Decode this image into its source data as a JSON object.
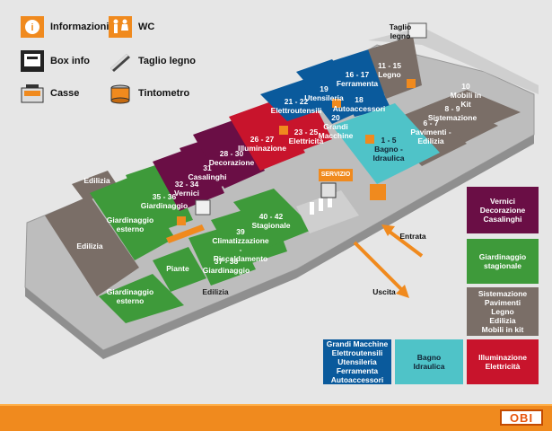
{
  "legend_keys": {
    "info": "Informazioni",
    "wc": "WC",
    "boxinfo": "Box info",
    "taglio": "Taglio legno",
    "casse": "Casse",
    "tinto": "Tintometro"
  },
  "zones": {
    "ed_a": "Edilizia",
    "ed_b": "Edilizia",
    "ed_c": "Edilizia",
    "gi_est_a": "Giardinaggio\nesterno",
    "gi_est_b": "Giardinaggio\nesterno",
    "piante": "Piante",
    "gi_35": "35 - 36\nGiardinaggio",
    "gi_37": "37 - 38\nGiardinaggio",
    "clima": "39\nClimatizzazione -\nRiscaldamento",
    "stag": "40 - 42\nStagionale",
    "vernici": "32 - 34\nVernici",
    "casal": "31\nCasalinghi",
    "decor": "28 - 30\nDecorazione",
    "illum": "26 - 27\nIlluminazione",
    "elettr": "23 - 25\nElettricità",
    "elettrout": "21 - 22\nElettroutensili",
    "grandi": "20\nGrandi\nMacchine",
    "utens": "19\nUtensileria",
    "autoacc": "18\nAutoaccessori",
    "ferr": "16 - 17\nFerramenta",
    "legno": "11 - 15\nLegno",
    "bagno": "1 - 5\nBagno - Idraulica",
    "pav": "6 - 7\nPavimenti -\nEdilizia",
    "sist": "8 - 9\nSistemazione",
    "mob": "10\nMobili in Kit",
    "taglio_label": "Taglio\nlegno",
    "servizio": "SERVIZIO",
    "entrata": "Entrata",
    "uscita": "Uscita"
  },
  "cat_legend": {
    "purple": "Vernici\nDecorazione\nCasalinghi",
    "green": "Giardinaggio\nstagionale",
    "grey": "Sistemazione\nPavimenti\nLegno\nEdilizia\nMobili in kit",
    "blue": "Grandi Macchine\nElettroutensili\nUtensileria\nFerramenta\nAutoaccessori",
    "cyan": "Bagno\nIdraulica",
    "red": "Illuminazione\nElettricità"
  },
  "brand": "OBI",
  "colors": {
    "purple": "#6a0e45",
    "green": "#3e9a3a",
    "grey": "#7a6e67",
    "blue": "#0a5a9c",
    "cyan": "#4fc3c8",
    "red": "#c8142c",
    "orange": "#f08a1e"
  }
}
